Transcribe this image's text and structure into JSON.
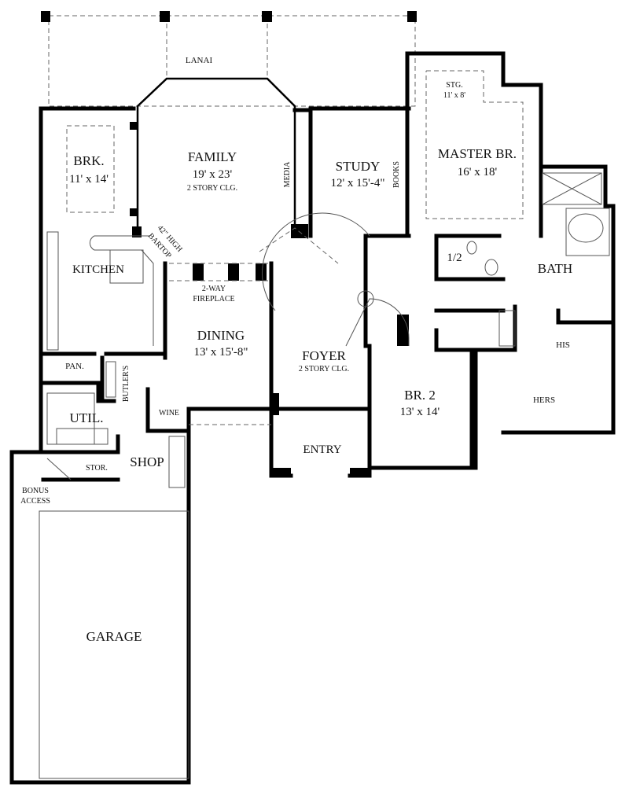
{
  "rooms": {
    "lanai": {
      "name": "LANAI"
    },
    "family": {
      "name": "FAMILY",
      "size": "19' x 23'",
      "note": "2 STORY CLG."
    },
    "brk": {
      "name": "BRK.",
      "size": "11' x 14'"
    },
    "media": {
      "name": "MEDIA"
    },
    "study": {
      "name": "STUDY",
      "size": "12' x 15'-4\""
    },
    "books": {
      "name": "BOOKS"
    },
    "master": {
      "name": "MASTER BR.",
      "size": "16' x 18'"
    },
    "stg": {
      "name": "STG.",
      "size": "11' x 8'"
    },
    "bartop": {
      "line1": "42\" HIGH",
      "line2": "BARTOP"
    },
    "kitchen": {
      "name": "KITCHEN"
    },
    "fireplace": {
      "line1": "2-WAY",
      "line2": "FIREPLACE"
    },
    "half_bath": {
      "name": "1/2"
    },
    "bath": {
      "name": "BATH"
    },
    "dining": {
      "name": "DINING",
      "size": "13' x 15'-8\""
    },
    "foyer": {
      "name": "FOYER",
      "note": "2 STORY CLG."
    },
    "his": {
      "name": "HIS"
    },
    "hers": {
      "name": "HERS"
    },
    "pan": {
      "name": "PAN."
    },
    "butlers": {
      "name": "BUTLER'S"
    },
    "wine": {
      "name": "WINE"
    },
    "br2": {
      "name": "BR. 2",
      "size": "13' x 14'"
    },
    "util": {
      "name": "UTIL."
    },
    "shop": {
      "name": "SHOP"
    },
    "entry": {
      "name": "ENTRY"
    },
    "stor": {
      "name": "STOR."
    },
    "bonus": {
      "line1": "BONUS",
      "line2": "ACCESS"
    },
    "garage": {
      "name": "GARAGE"
    }
  }
}
